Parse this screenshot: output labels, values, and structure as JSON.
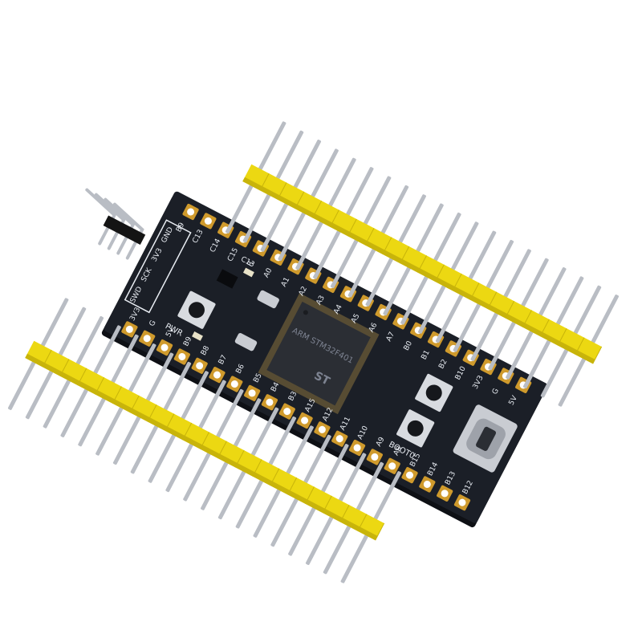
{
  "colors": {
    "background": "#ffffff",
    "pcb": "#1b1f27",
    "pcb_edge": "#0e1015",
    "silkscreen": "#e8ecf2",
    "gold": "#cf9a2c",
    "header_plastic": "#ecd812",
    "header_plastic_shade": "#c8b40a",
    "angled_plastic": "#141414",
    "pin_metal": "#b9bdc4",
    "chip": "#2b2e34",
    "usb_metal": "#c9ccd2"
  },
  "board": {
    "top_labels": [
      "B9",
      "C13",
      "C14",
      "C15",
      "R",
      "A0",
      "A1",
      "A2",
      "A3",
      "A4",
      "A5",
      "A6",
      "A7",
      "B0",
      "B1",
      "B2",
      "B10",
      "3V3",
      "G",
      "5V"
    ],
    "bottom_labels": [
      "3V3",
      "G",
      "5V",
      "B9",
      "B8",
      "B7",
      "B6",
      "B5",
      "B4",
      "B3",
      "A15",
      "A12",
      "A11",
      "A10",
      "A9",
      "A8",
      "B15",
      "B14",
      "B13",
      "B12"
    ],
    "swd_labels": [
      "GND",
      "3V3",
      "SCK",
      "SWD"
    ],
    "chip_label": "ARM STM32F401",
    "chip_brand": "ST",
    "pwr_label": "PWR",
    "boot_label": "BOOT0",
    "c13_label": "C13"
  },
  "components": {
    "straight_header_count": 2,
    "pins_per_header": 20,
    "angled_header_pins": 4,
    "usb_connector": "USB-C"
  }
}
